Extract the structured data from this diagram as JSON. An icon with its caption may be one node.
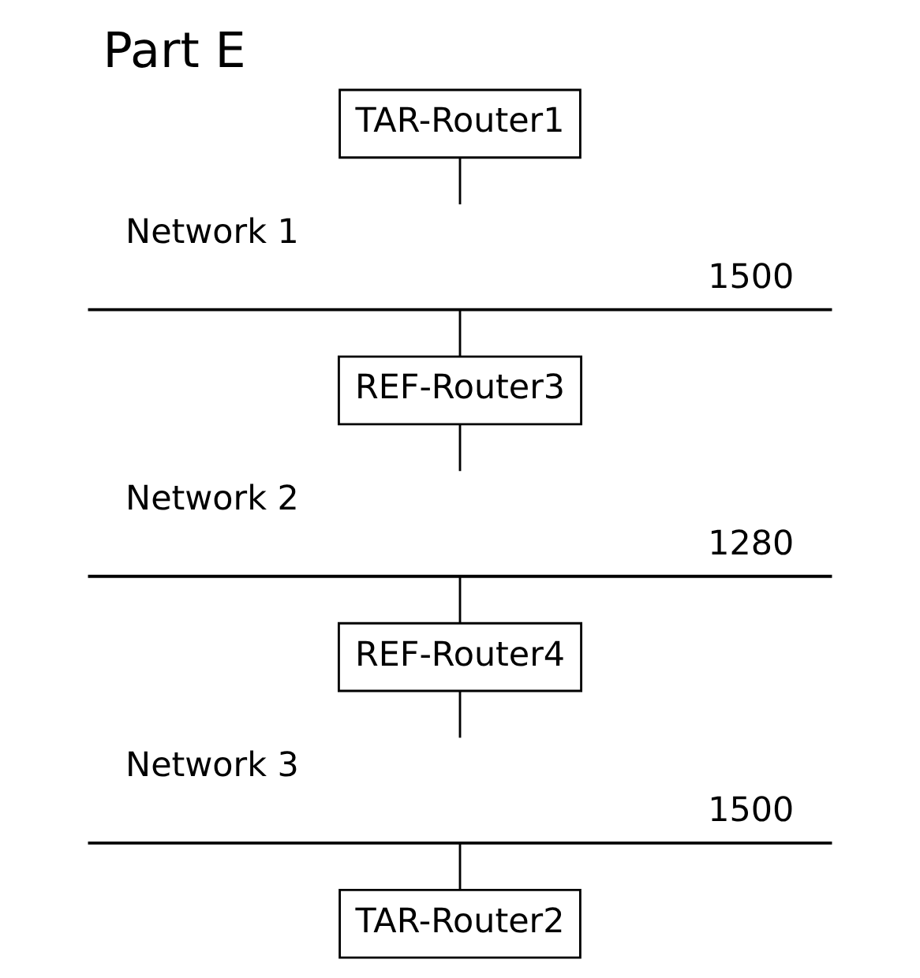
{
  "diagram": {
    "title": "Part E",
    "nodes": [
      {
        "text": [
          "TAR-Router1"
        ]
      },
      {
        "text": [
          "Network 1",
          "1500"
        ]
      },
      {
        "text": [
          "REF-Router3"
        ]
      },
      {
        "text": [
          "Network 2",
          "1280"
        ]
      },
      {
        "text": [
          "REF-Router4"
        ]
      },
      {
        "text": [
          "Network 3",
          "1500"
        ]
      },
      {
        "text": [
          "TAR-Router2"
        ]
      }
    ],
    "edges": [
      {
        "from": 0,
        "to": 1,
        "arrow": "none"
      },
      {
        "from": 1,
        "to": 2,
        "arrow": "none"
      },
      {
        "from": 2,
        "to": 3,
        "arrow": "none"
      },
      {
        "from": 3,
        "to": 4,
        "arrow": "none"
      },
      {
        "from": 4,
        "to": 5,
        "arrow": "none"
      },
      {
        "from": 5,
        "to": 6,
        "arrow": "none"
      }
    ]
  }
}
